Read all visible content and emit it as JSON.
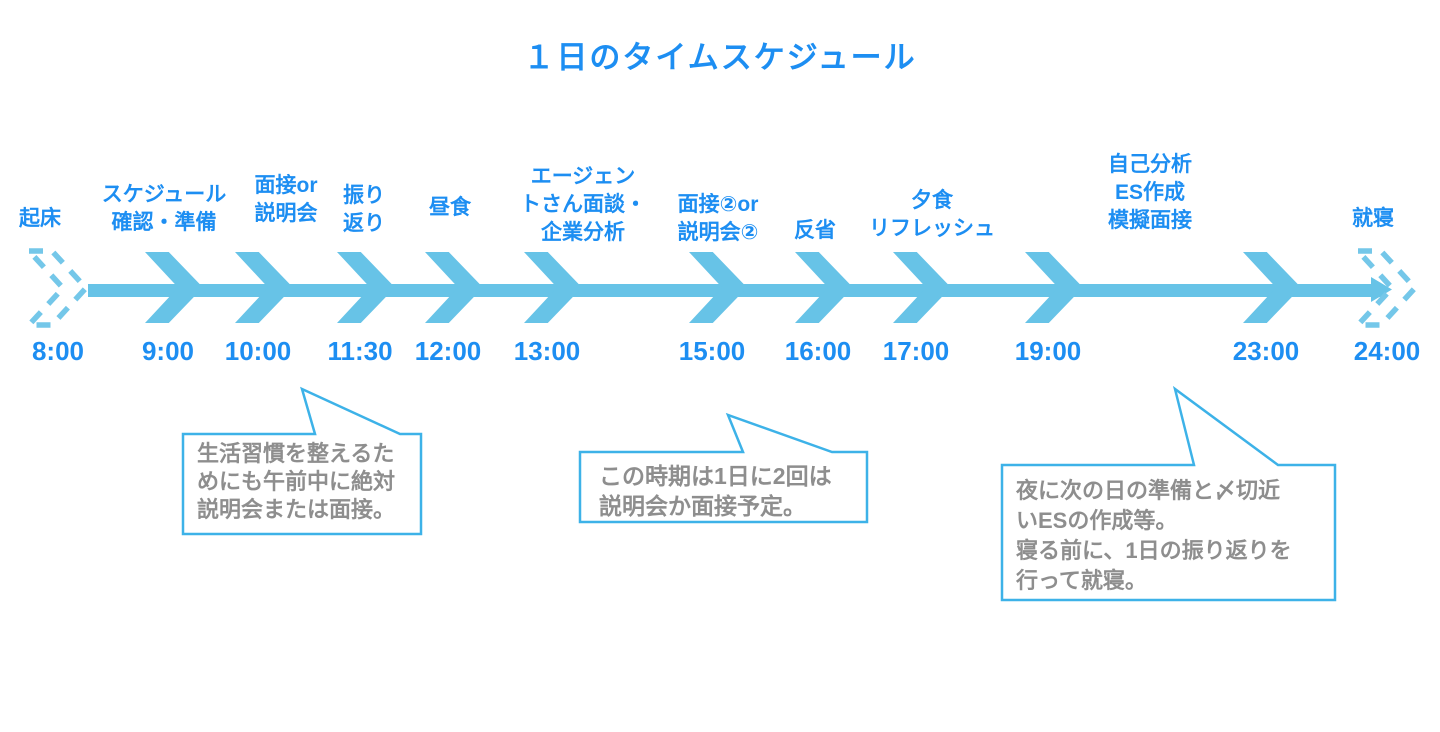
{
  "title": "１日のタイムスケジュール",
  "colors": {
    "accent_text_blue": "#1d8ef2",
    "timeline_blue": "#67c3e7",
    "callout_border_blue": "#3db2e8",
    "callout_text_gray": "#8e8e8e",
    "background": "#ffffff"
  },
  "timeline": {
    "direction": "left-to-right",
    "start_style": "dashed-chevron",
    "end_style": "dashed-chevron",
    "milestones": [
      {
        "time": "8:00",
        "activity": "起床",
        "marker": "dashed"
      },
      {
        "time": "9:00",
        "activity": "スケジュール\n確認・準備",
        "marker": "solid"
      },
      {
        "time": "10:00",
        "activity": "面接or\n説明会",
        "marker": "solid"
      },
      {
        "time": "11:30",
        "activity": "振り\n返り",
        "marker": "solid"
      },
      {
        "time": "12:00",
        "activity": "昼食",
        "marker": "solid"
      },
      {
        "time": "13:00",
        "activity": "エージェン\nトさん面談・\n企業分析",
        "marker": "solid"
      },
      {
        "time": "15:00",
        "activity": "面接②or\n説明会②",
        "marker": "solid"
      },
      {
        "time": "16:00",
        "activity": "反省",
        "marker": "solid"
      },
      {
        "time": "17:00",
        "activity": "夕食\nリフレッシュ",
        "marker": "solid"
      },
      {
        "time": "19:00",
        "activity": "自己分析\nES作成\n模擬面接",
        "marker": "solid"
      },
      {
        "time": "23:00",
        "activity": "",
        "marker": "solid"
      },
      {
        "time": "24:00",
        "activity": "就寝",
        "marker": "dashed"
      }
    ]
  },
  "callouts": [
    {
      "points_at": "10:00",
      "text": "生活習慣を整えるた\nめにも午前中に絶対\n説明会または面接。"
    },
    {
      "points_at": "15:00",
      "text": "この時期は1日に2回は\n説明会か面接予定。"
    },
    {
      "points_at": "23:00",
      "text": "夜に次の日の準備と〆切近\nいESの作成等。\n寝る前に、1日の振り返りを\n行って就寝。"
    }
  ]
}
